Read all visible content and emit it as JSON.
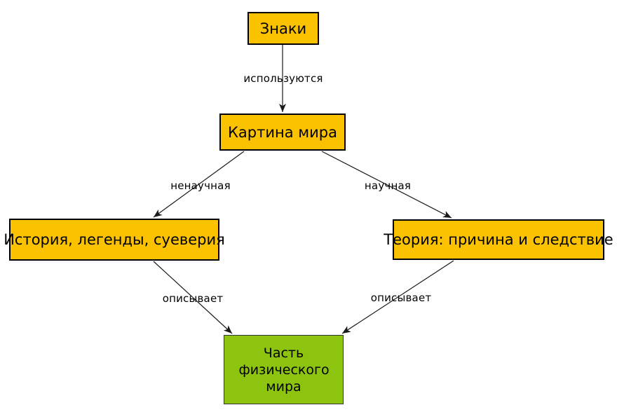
{
  "diagram": {
    "type": "concept-map",
    "colors": {
      "node_fill_yellow": "#FBC201",
      "node_fill_green": "#8CC410",
      "node_border": "#000000",
      "edge_line": "#1A1A1A",
      "text": "#000000",
      "background": "#FFFFFF"
    },
    "nodes": [
      {
        "id": "znaki",
        "label": "Знаки",
        "fill": "#FBC201"
      },
      {
        "id": "kartina-mira",
        "label": "Картина мира",
        "fill": "#FBC201"
      },
      {
        "id": "istoriya",
        "label": "История, легенды, суеверия",
        "fill": "#FBC201"
      },
      {
        "id": "teoriya",
        "label": "Теория: причина и следствие",
        "fill": "#FBC201"
      },
      {
        "id": "chast-mira",
        "label": "Часть физического мира",
        "fill": "#8CC410"
      }
    ],
    "edges": [
      {
        "from": "znaki",
        "to": "kartina-mira",
        "label": "используются"
      },
      {
        "from": "kartina-mira",
        "to": "istoriya",
        "label": "ненаучная"
      },
      {
        "from": "kartina-mira",
        "to": "teoriya",
        "label": "научная"
      },
      {
        "from": "istoriya",
        "to": "chast-mira",
        "label": "описывает"
      },
      {
        "from": "teoriya",
        "to": "chast-mira",
        "label": "описывает"
      }
    ]
  }
}
